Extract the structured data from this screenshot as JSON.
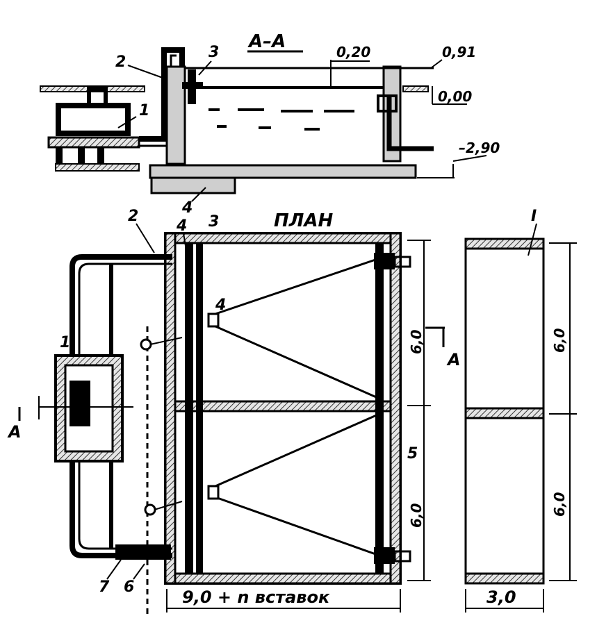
{
  "section": {
    "title": "А–А",
    "elev_top": "0,91",
    "elev_zero": "0,00",
    "elev_bottom": "–2,90",
    "depth": "0,20",
    "labels": [
      "2",
      "3",
      "1",
      "4"
    ]
  },
  "plan": {
    "title": "ПЛАН",
    "labels": [
      "2",
      "4",
      "3",
      "4",
      "1",
      "5",
      "7",
      "6"
    ],
    "cut_mark": "А",
    "dim_upper": "6,0",
    "dim_lower": "6,0",
    "dim_width": "9,0 + n  вставок"
  },
  "side": {
    "label": "I",
    "dim_upper": "6,0",
    "dim_lower": "6,0",
    "dim_width": "3,0"
  }
}
